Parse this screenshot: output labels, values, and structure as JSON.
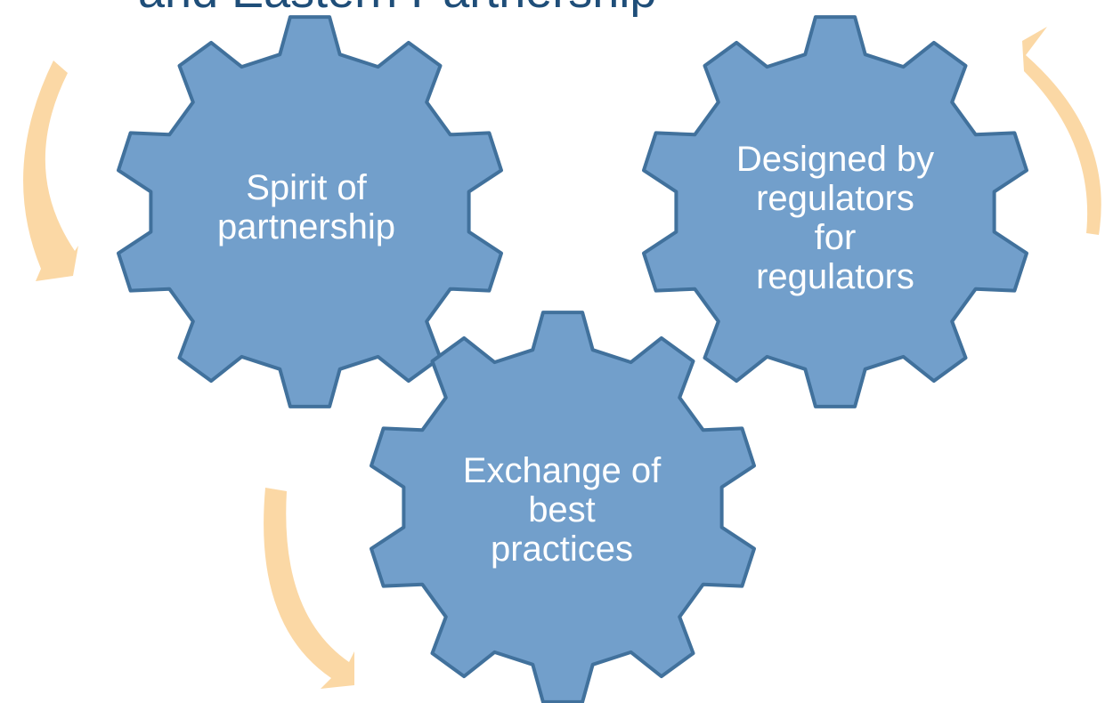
{
  "title": "and Eastern Partnership",
  "gears": [
    {
      "lines": [
        "Spirit of",
        "partnership"
      ]
    },
    {
      "lines": [
        "Designed by",
        "regulators",
        "for",
        "regulators"
      ]
    },
    {
      "lines": [
        "Exchange of",
        "best",
        "practices"
      ]
    }
  ],
  "colors": {
    "gear_fill": "#729fcb",
    "gear_stroke": "#41719c",
    "arrow_fill": "#fbd8a5",
    "title_color": "#1f4e79",
    "gear_text": "#ffffff"
  }
}
